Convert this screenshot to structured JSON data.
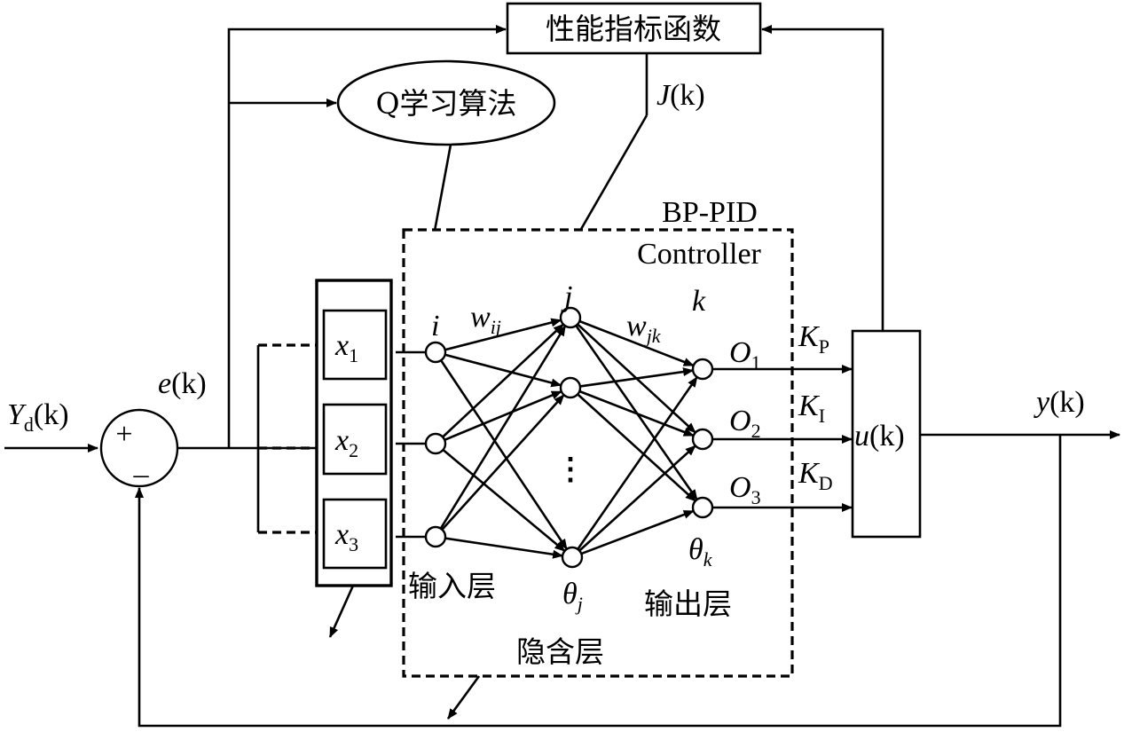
{
  "diagram": {
    "title_block": "性能指标函数",
    "q_learning": "Q学习算法",
    "performance_signal": {
      "main": "J",
      "arg": "(k)"
    },
    "controller_title": {
      "line1": "BP-PID",
      "line2": "Controller"
    },
    "reference": {
      "main": "Y",
      "sub": "d",
      "arg": "(k)"
    },
    "error": {
      "main": "e",
      "arg": "(k)"
    },
    "summing_junction": {
      "plus": "+",
      "minus": "–"
    },
    "inputs": [
      {
        "main": "x",
        "sub": "1"
      },
      {
        "main": "x",
        "sub": "2"
      },
      {
        "main": "x",
        "sub": "3"
      }
    ],
    "index_labels": {
      "i": "i",
      "j": "j",
      "k": "k"
    },
    "weights": {
      "w_ij": {
        "main": "w",
        "sub": "ij"
      },
      "w_jk": {
        "main": "w",
        "sub": "jk"
      }
    },
    "thresholds": {
      "theta_j": {
        "main": "θ",
        "sub": "j"
      },
      "theta_k": {
        "main": "θ",
        "sub": "k"
      }
    },
    "outputs": [
      {
        "main": "O",
        "sub": "1",
        "gain_main": "K",
        "gain_sub": "P"
      },
      {
        "main": "O",
        "sub": "2",
        "gain_main": "K",
        "gain_sub": "I"
      },
      {
        "main": "O",
        "sub": "3",
        "gain_main": "K",
        "gain_sub": "D"
      }
    ],
    "hidden_ellipsis": "⋮",
    "layers": {
      "input": "输入层",
      "hidden": "隐含层",
      "output": "输出层"
    },
    "control_signal": {
      "main": "u",
      "arg": "(k)"
    },
    "plant_output": {
      "main": "y",
      "arg": "(k)"
    }
  }
}
